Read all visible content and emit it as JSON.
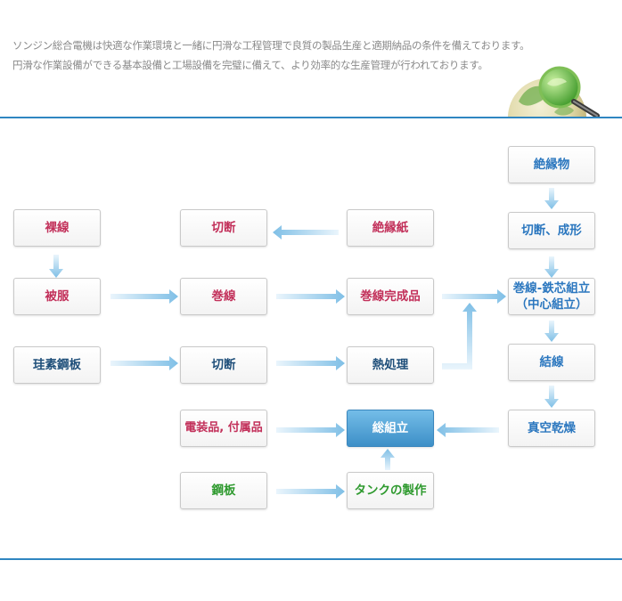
{
  "intro": {
    "line1": "ソンジン総合電機は快適な作業環境と一緒に円滑な工程管理で良質の製品生産と適期納品の条件を備えております。",
    "line2": "円滑な作業設備ができる基本設備と工場設備を完璧に備えて、より効率的な生産管理が行われております。"
  },
  "icons": {
    "globe": "globe-magnifier-icon",
    "arrow": "arrow-icon"
  },
  "colors": {
    "rule": "#2f86c1",
    "pink": "#c2305a",
    "blue": "#2b77bf",
    "navy": "#1f4f7a",
    "green": "#2f9a2f",
    "arrow": "#8ec6e8"
  },
  "flow": {
    "bare_wire": "裸線",
    "coating": "被服",
    "silicon_steel": "珪素鋼板",
    "cutting_1": "切断",
    "winding": "巻線",
    "cutting_2": "切断",
    "electrical_parts": "電装品, 付属品",
    "steel_plate": "鋼板",
    "insulating_paper": "絶縁紙",
    "winding_complete": "巻線完成品",
    "heat_treatment": "熱処理",
    "final_assembly": "総組立",
    "tank_making": "タンクの製作",
    "insulator": "絶縁物",
    "cut_forming": "切断、成形",
    "core_assembly_line1": "巻線-鉄芯組立",
    "core_assembly_line2": "（中心組立）",
    "connection": "結線",
    "vacuum_drying": "真空乾燥"
  }
}
